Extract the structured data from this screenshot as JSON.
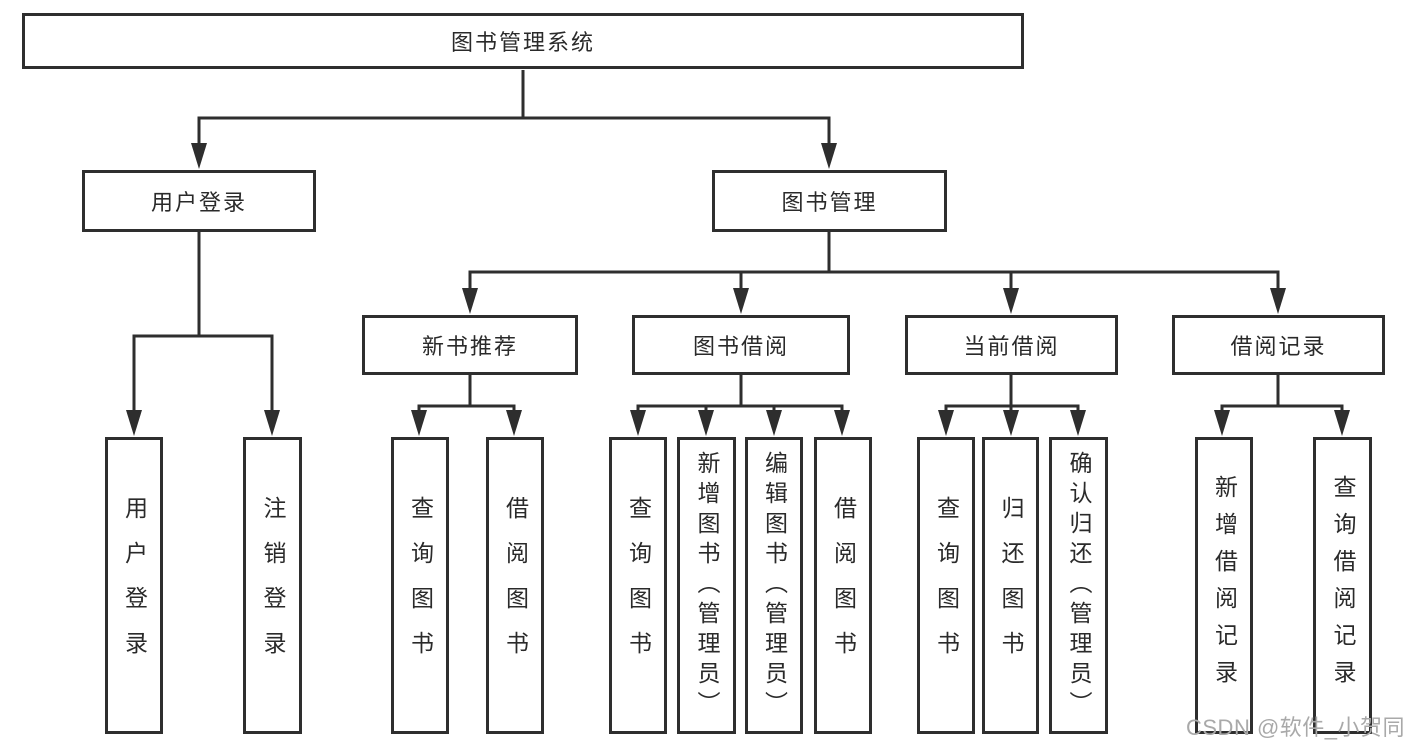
{
  "diagram": {
    "root": {
      "label": "图书管理系统"
    },
    "level2": [
      {
        "label": "用户登录"
      },
      {
        "label": "图书管理"
      }
    ],
    "level3": [
      {
        "label": "新书推荐",
        "parent": "图书管理"
      },
      {
        "label": "图书借阅",
        "parent": "图书管理"
      },
      {
        "label": "当前借阅",
        "parent": "图书管理"
      },
      {
        "label": "借阅记录",
        "parent": "图书管理"
      }
    ],
    "leaves": [
      {
        "label": "用户登录",
        "parent": "用户登录"
      },
      {
        "label": "注销登录",
        "parent": "用户登录"
      },
      {
        "label": "查询图书",
        "parent": "新书推荐"
      },
      {
        "label": "借阅图书",
        "parent": "新书推荐"
      },
      {
        "label": "查询图书",
        "parent": "图书借阅"
      },
      {
        "label": "新增图书（管理员）",
        "parent": "图书借阅"
      },
      {
        "label": "编辑图书（管理员）",
        "parent": "图书借阅"
      },
      {
        "label": "借阅图书",
        "parent": "图书借阅"
      },
      {
        "label": "查询图书",
        "parent": "当前借阅"
      },
      {
        "label": "归还图书",
        "parent": "当前借阅"
      },
      {
        "label": "确认归还（管理员）",
        "parent": "当前借阅"
      },
      {
        "label": "新增借阅记录",
        "parent": "借阅记录"
      },
      {
        "label": "查询借阅记录",
        "parent": "借阅记录"
      }
    ],
    "watermark": "CSDN @软件_小贺同学",
    "colors": {
      "line": "#2e2e2e",
      "text": "#2a2a2a",
      "watermark": "#a9a9a9",
      "background": "#ffffff"
    }
  }
}
